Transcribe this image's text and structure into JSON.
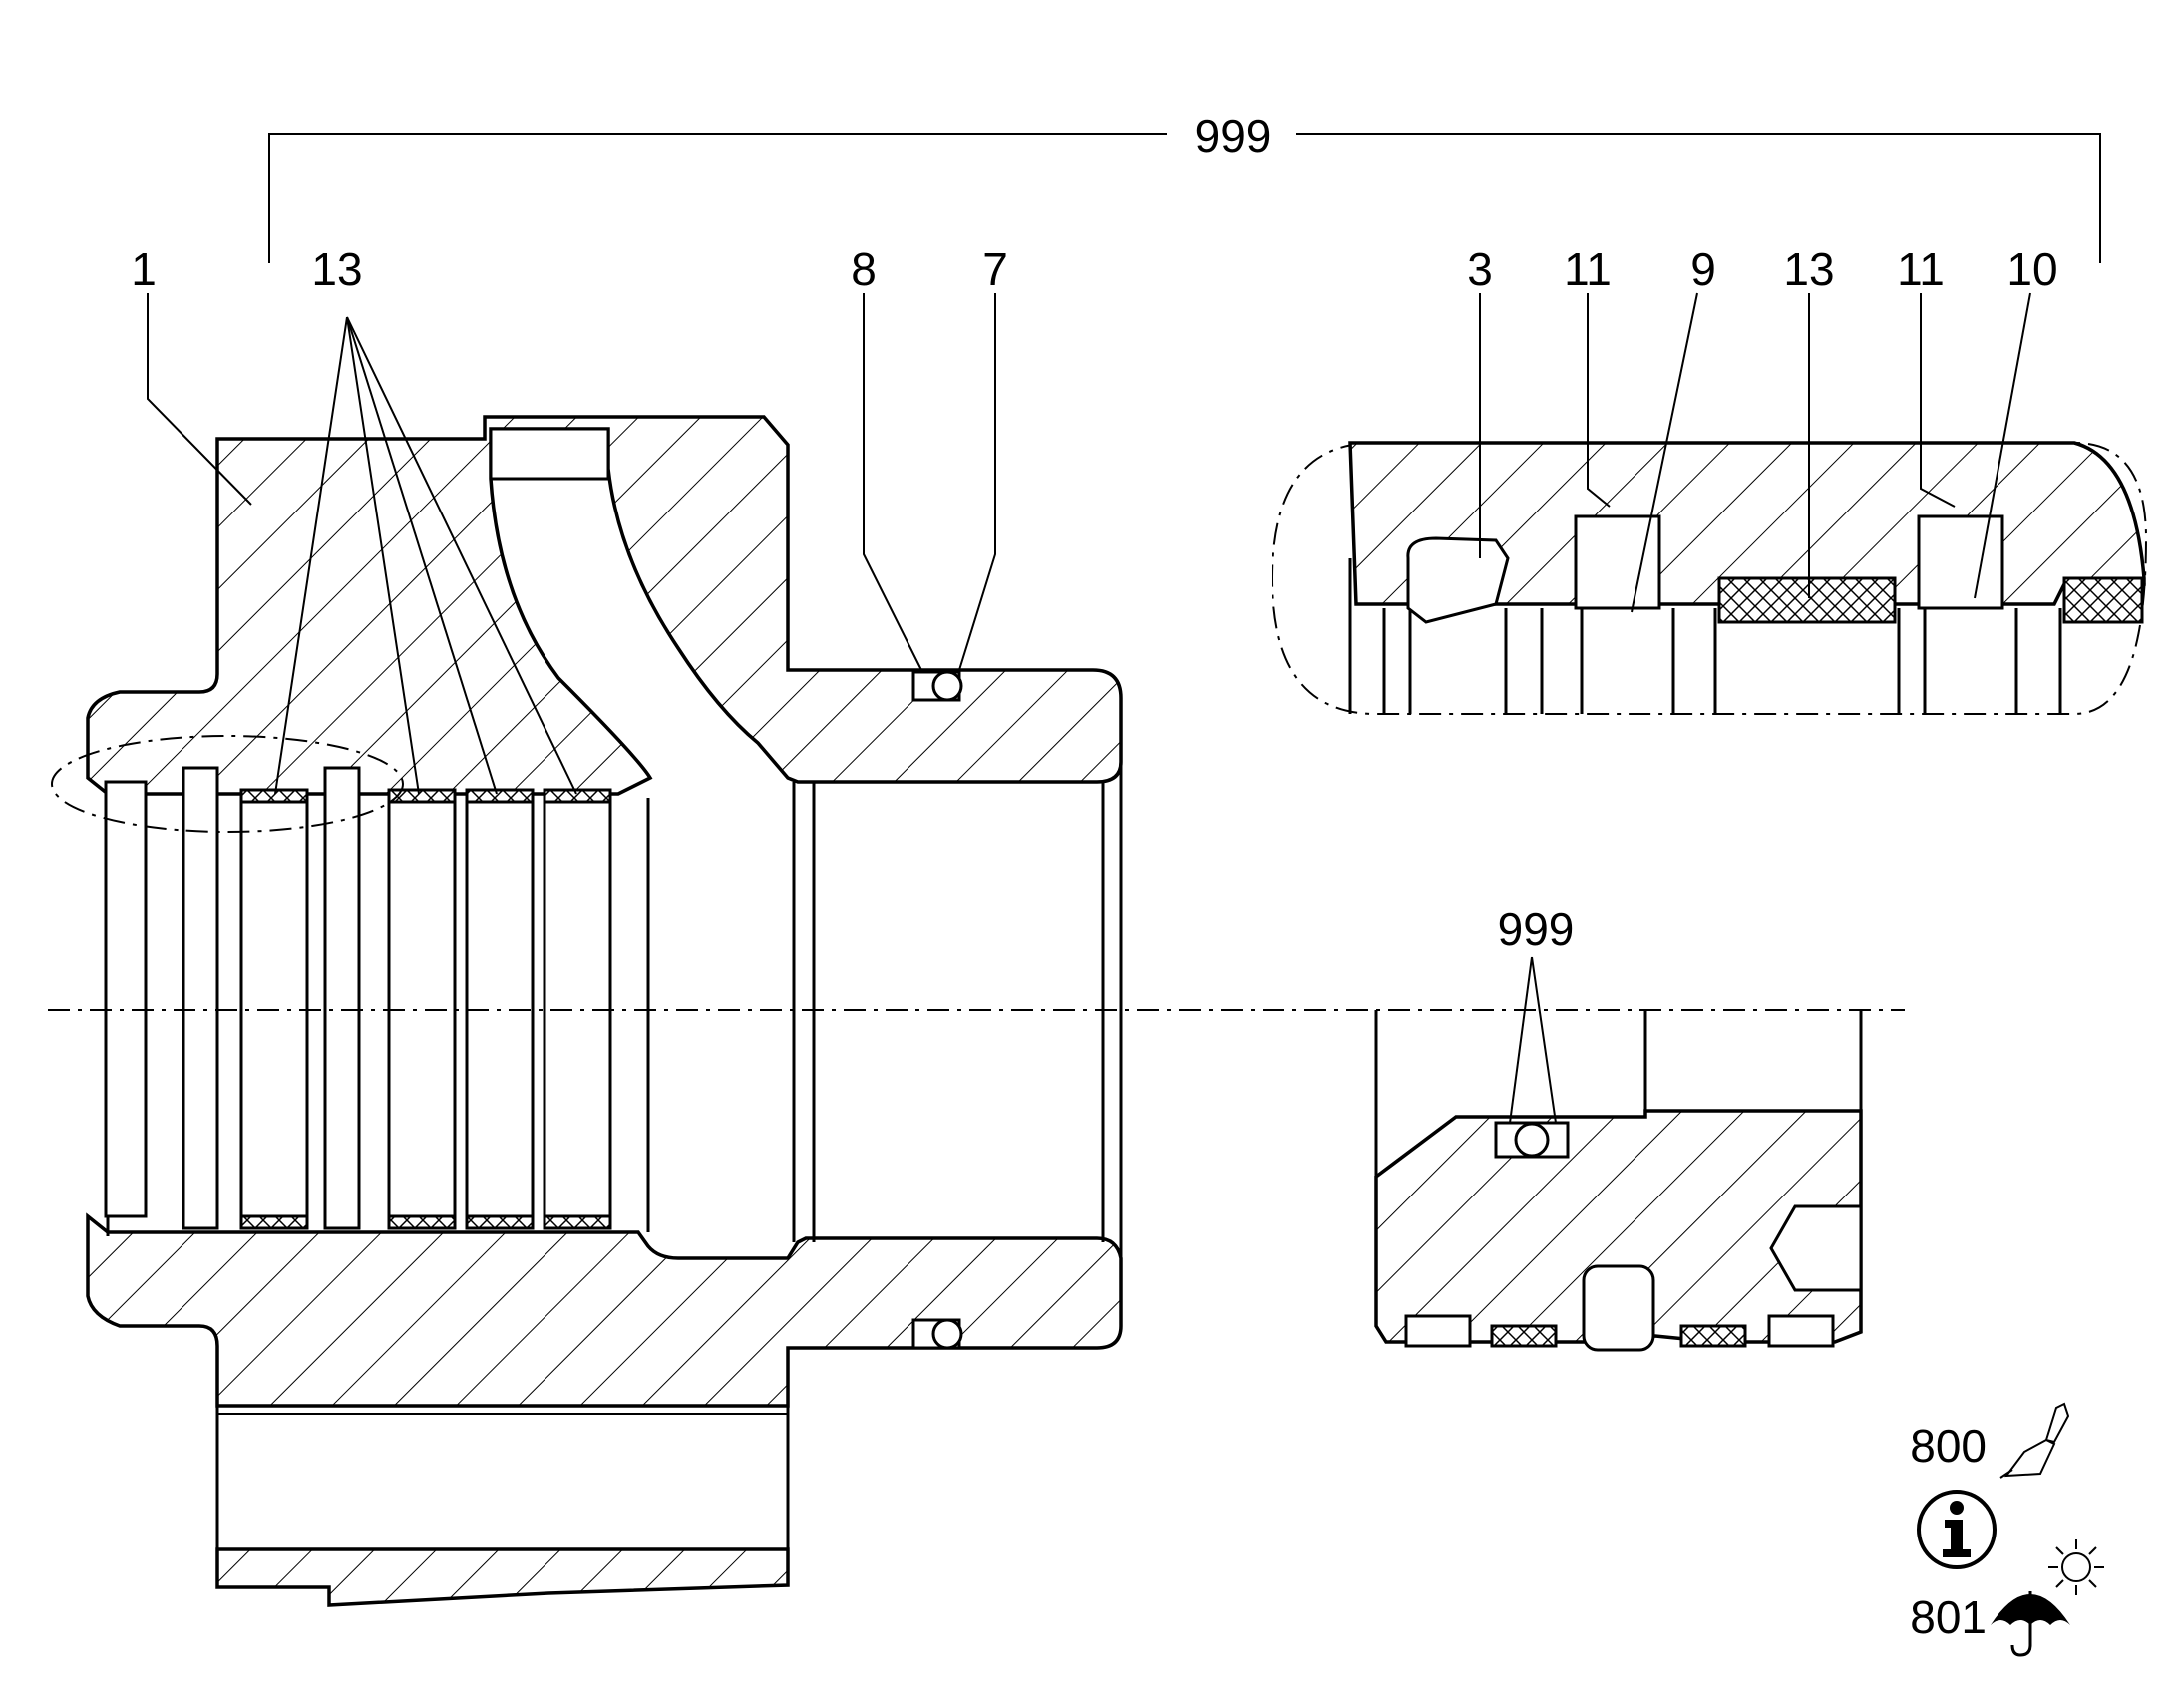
{
  "drawing": {
    "callouts": {
      "assembly_top": "999",
      "part_1": "1",
      "part_13_left": "13",
      "part_8": "8",
      "part_7": "7",
      "part_3": "3",
      "part_11_a": "11",
      "part_9": "9",
      "part_13_detail": "13",
      "part_11_b": "11",
      "part_10": "10",
      "assembly_lower": "999",
      "lubricant_800": "800",
      "storage_801": "801"
    },
    "icons": [
      "brush-icon",
      "info-icon",
      "sun-icon",
      "umbrella-icon"
    ]
  }
}
